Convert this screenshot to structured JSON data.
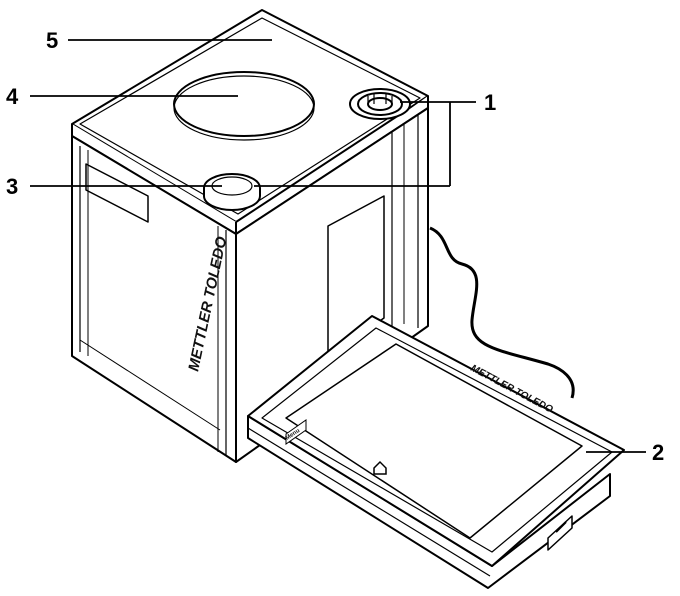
{
  "callouts": [
    {
      "id": "1",
      "label": "1"
    },
    {
      "id": "2",
      "label": "2"
    },
    {
      "id": "3",
      "label": "3"
    },
    {
      "id": "4",
      "label": "4"
    },
    {
      "id": "5",
      "label": "5"
    }
  ],
  "branding": {
    "body_logo": "METTLER TOLEDO",
    "terminal_logo": "METTLER TOLEDO"
  },
  "terminal": {
    "screen_tab_label": "Menu"
  }
}
